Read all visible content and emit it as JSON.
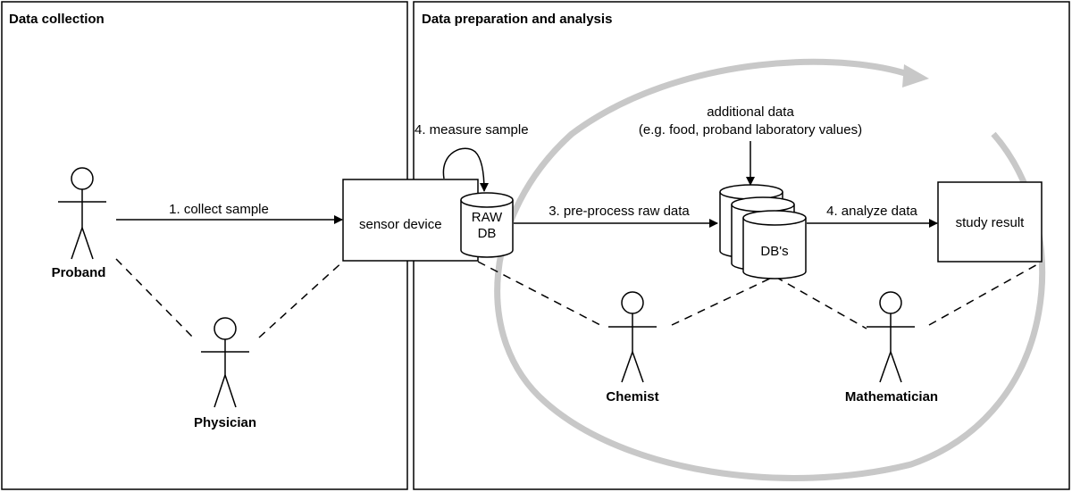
{
  "panels": {
    "left_title": "Data collection",
    "right_title": "Data preparation and analysis"
  },
  "actors": {
    "proband": "Proband",
    "physician": "Physician",
    "chemist": "Chemist",
    "mathematician": "Mathematician"
  },
  "nodes": {
    "sensor_device": "sensor device",
    "raw_db_line1": "RAW",
    "raw_db_line2": "DB",
    "dbs": "DB's",
    "study_result": "study result",
    "additional_line1": "additional data",
    "additional_line2": "(e.g. food, proband laboratory values)"
  },
  "steps": {
    "collect": "1. collect sample",
    "measure": "4. measure sample",
    "preprocess": "3. pre-process raw data",
    "analyze": "4. analyze data"
  }
}
